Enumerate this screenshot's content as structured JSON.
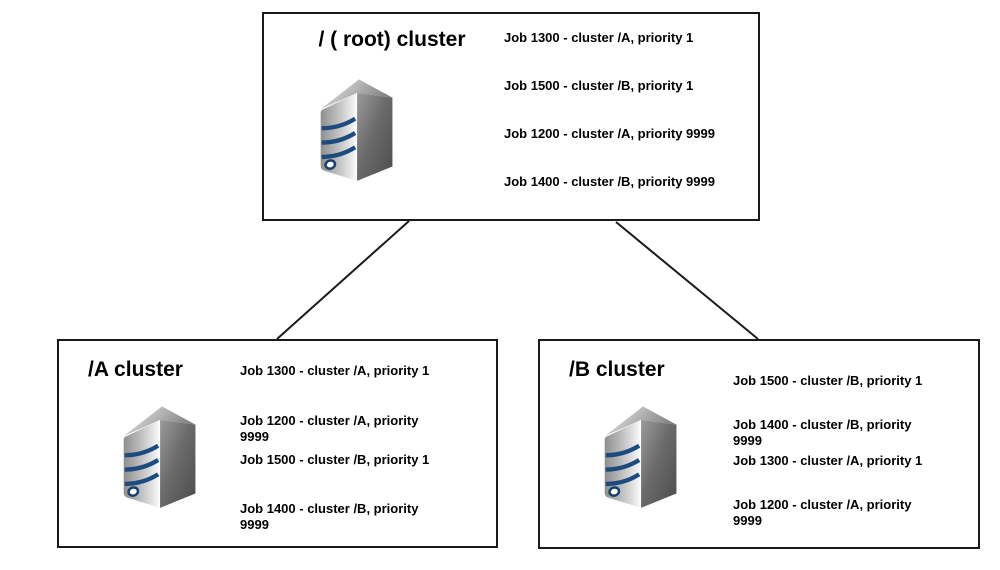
{
  "diagram": {
    "colors": {
      "background": "#ffffff",
      "box_border": "#1a1a1a",
      "text": "#000000",
      "connector": "#1a1a1a",
      "server_stripe": "#1c4b7f",
      "server_front": "#c7c7c7",
      "server_side": "#5f5f5f"
    },
    "icons": {
      "server": "server-tower-icon"
    },
    "clusters": [
      {
        "id": "root",
        "title": "/ ( root) cluster",
        "jobs": [
          "Job 1300 - cluster /A, priority 1",
          "Job 1500 - cluster /B, priority 1",
          "Job 1200 - cluster /A, priority 9999",
          "Job 1400 - cluster /B, priority 9999"
        ]
      },
      {
        "id": "a",
        "title": "/A cluster",
        "jobs": [
          "Job 1300 - cluster /A, priority 1",
          "Job 1200 - cluster /A, priority\n9999",
          "Job 1500 - cluster /B, priority 1",
          "Job 1400 - cluster /B, priority\n9999"
        ]
      },
      {
        "id": "b",
        "title": "/B cluster",
        "jobs": [
          "Job 1500 - cluster /B, priority 1",
          "Job 1400 - cluster /B, priority\n9999",
          "Job 1300 - cluster /A, priority 1",
          "Job 1200 - cluster /A, priority\n9999"
        ]
      }
    ],
    "edges": [
      {
        "from": "/ ( root) cluster",
        "to": "/A cluster"
      },
      {
        "from": "/ ( root) cluster",
        "to": "/B cluster"
      }
    ]
  }
}
